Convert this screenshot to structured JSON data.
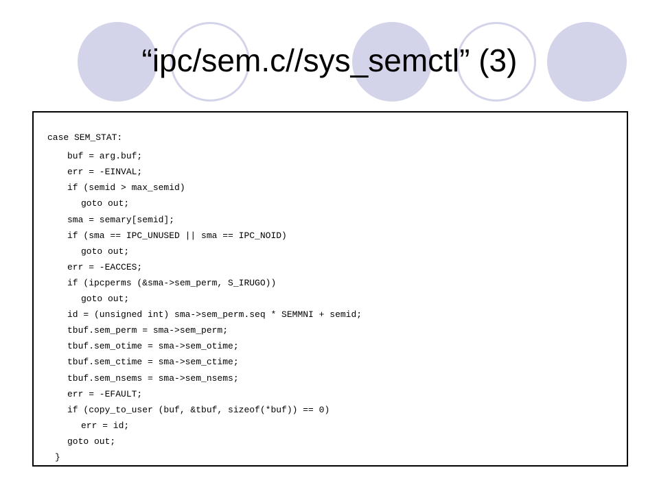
{
  "slide": {
    "title": "“ipc/sem.c//sys_semctl” (3)",
    "code_lines": [
      {
        "text": "case SEM_STAT:",
        "indent": 0
      },
      {
        "text": "buf = arg.buf;",
        "indent": 1
      },
      {
        "text": "err = -EINVAL;",
        "indent": 1
      },
      {
        "text": "if (semid > max_semid)",
        "indent": 1
      },
      {
        "text": "goto out;",
        "indent": 2
      },
      {
        "text": "sma = semary[semid];",
        "indent": 1
      },
      {
        "text": "if (sma == IPC_UNUSED || sma == IPC_NOID)",
        "indent": 1
      },
      {
        "text": "goto out;",
        "indent": 2
      },
      {
        "text": "err = -EACCES;",
        "indent": 1
      },
      {
        "text": "if (ipcperms (&sma->sem_perm, S_IRUGO))",
        "indent": 1
      },
      {
        "text": "goto out;",
        "indent": 2
      },
      {
        "text": "id = (unsigned int) sma->sem_perm.seq * SEMMNI + semid;",
        "indent": 1
      },
      {
        "text": "tbuf.sem_perm = sma->sem_perm;",
        "indent": 1
      },
      {
        "text": "tbuf.sem_otime = sma->sem_otime;",
        "indent": 1
      },
      {
        "text": "tbuf.sem_ctime = sma->sem_ctime;",
        "indent": 1
      },
      {
        "text": "tbuf.sem_nsems = sma->sem_nsems;",
        "indent": 1
      },
      {
        "text": "err = -EFAULT;",
        "indent": 1
      },
      {
        "text": "if (copy_to_user (buf, &tbuf, sizeof(*buf)) == 0)",
        "indent": 1
      },
      {
        "text": "err = id;",
        "indent": 2
      },
      {
        "text": "goto out;",
        "indent": 1
      },
      {
        "text": "}",
        "indent": -1
      }
    ]
  },
  "colors": {
    "circle_fill": "#d3d3ea",
    "text": "#000000",
    "border": "#000000"
  }
}
